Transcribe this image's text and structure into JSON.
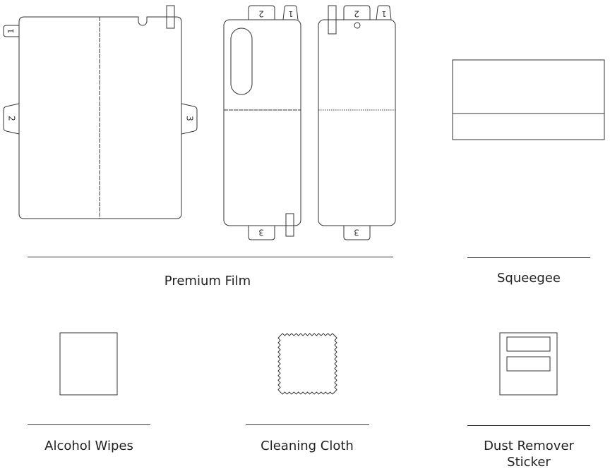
{
  "labels": {
    "premium_film": "Premium Film",
    "squeegee": "Squeegee",
    "alcohol_wipes": "Alcohol Wipes",
    "cleaning_cloth": "Cleaning Cloth",
    "dust_remover_line1": "Dust Remover",
    "dust_remover_line2": "Sticker"
  },
  "tab_numbers": {
    "one": "1",
    "two": "2",
    "three": "3"
  },
  "colors": {
    "stroke": "#333333",
    "text": "#222222"
  }
}
